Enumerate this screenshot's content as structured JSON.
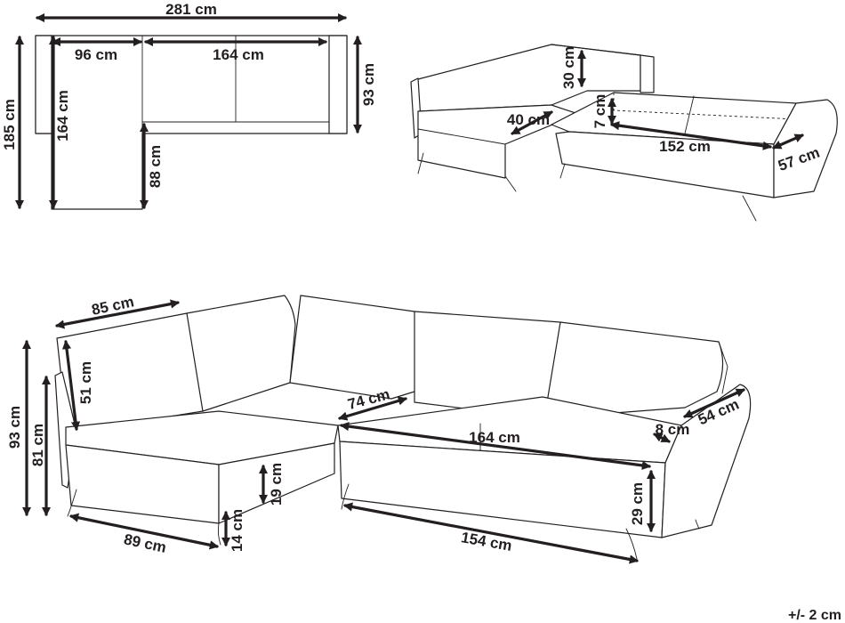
{
  "top_plan": {
    "overall_width": "281 cm",
    "chaise_width": "96 cm",
    "sofa_width": "164 cm",
    "overall_depth": "185 cm",
    "chaise_length": "164 cm",
    "seat_depth": "88 cm",
    "height": "93 cm"
  },
  "bed_view": {
    "armrest_height": "30 cm",
    "storage_depth": "40 cm",
    "mattress_thickness": "7 cm",
    "bed_length": "152 cm",
    "bed_width": "57 cm"
  },
  "main_view": {
    "backrest_width": "85 cm",
    "backrest_height": "51 cm",
    "total_height": "93 cm",
    "back_height": "81 cm",
    "seat_height": "19 cm",
    "leg_height": "14 cm",
    "chaise_base_width": "89 cm",
    "seat_depth": "74 cm",
    "seat_width": "164 cm",
    "arm_width": "8 cm",
    "arm_depth": "54 cm",
    "side_height": "29 cm",
    "base_width": "154 cm"
  },
  "tolerance": "+/- 2 cm",
  "colors": {
    "line": "#231f20",
    "background": "#ffffff"
  }
}
